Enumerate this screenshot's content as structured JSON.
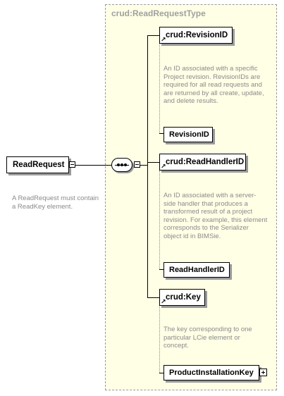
{
  "type": {
    "title": "crud:ReadRequestType"
  },
  "root": {
    "label": "ReadRequest",
    "description": "A ReadRequest must contain a ReadKey element."
  },
  "elements": {
    "revision_id": {
      "label": "crud:RevisionID",
      "description": "An ID associated with a specific Project revision. RevisionIDs are required for all read requests and are returned by all create, update, and delete results.",
      "type_label": "RevisionID"
    },
    "read_handler_id": {
      "label": "crud:ReadHandlerID",
      "description": "An ID associated with a server-side handler that produces a transformed result of a project revision. For example, this element corresponds to the Serializer object id in BIMSie.",
      "type_label": "ReadHandlerID"
    },
    "key": {
      "label": "crud:Key",
      "description": "The key corresponding to one particular LCie element or concept.",
      "type_label": "ProductInstallationKey"
    }
  },
  "icons": {
    "collapse": "minus-icon",
    "expand": "plus-icon",
    "reference": "reference-arrow-icon",
    "sequence": "sequence-compositor-icon"
  },
  "colors": {
    "type_background": "#ffffe6",
    "type_border": "#9a9a9a",
    "description_text": "#8a8a8a"
  }
}
